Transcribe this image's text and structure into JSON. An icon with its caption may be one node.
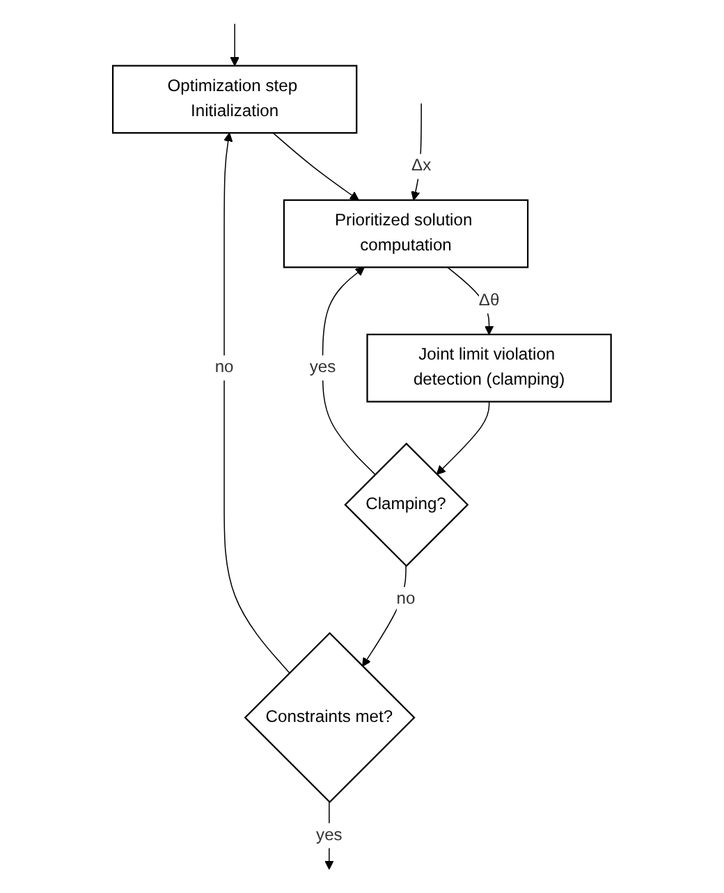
{
  "diagram": {
    "nodes": [
      {
        "text": [
          "Optimization step Initialization"
        ]
      },
      {
        "text": [
          "Prioritized solution computation"
        ]
      },
      {
        "text": [
          "Joint limit violation detection (clamping)"
        ]
      },
      {
        "text": [
          "Clamping?"
        ]
      },
      {
        "text": [
          "Constraints met?"
        ]
      }
    ],
    "edges": [
      {
        "from": null,
        "to": 0,
        "arrow": "to"
      },
      {
        "from": 0,
        "to": 1,
        "arrow": "to"
      },
      {
        "from": null,
        "to": 1,
        "arrow": "to",
        "label": "Δx"
      },
      {
        "from": 1,
        "to": 2,
        "arrow": "to",
        "label": "Δθ"
      },
      {
        "from": 2,
        "to": 3,
        "arrow": "to"
      },
      {
        "from": 3,
        "to": 1,
        "arrow": "to",
        "label": "yes"
      },
      {
        "from": 3,
        "to": 4,
        "arrow": "to",
        "label": "no"
      },
      {
        "from": 4,
        "to": 0,
        "arrow": "to",
        "label": "no"
      },
      {
        "from": 4,
        "to": null,
        "arrow": "to",
        "label": "yes"
      }
    ]
  }
}
